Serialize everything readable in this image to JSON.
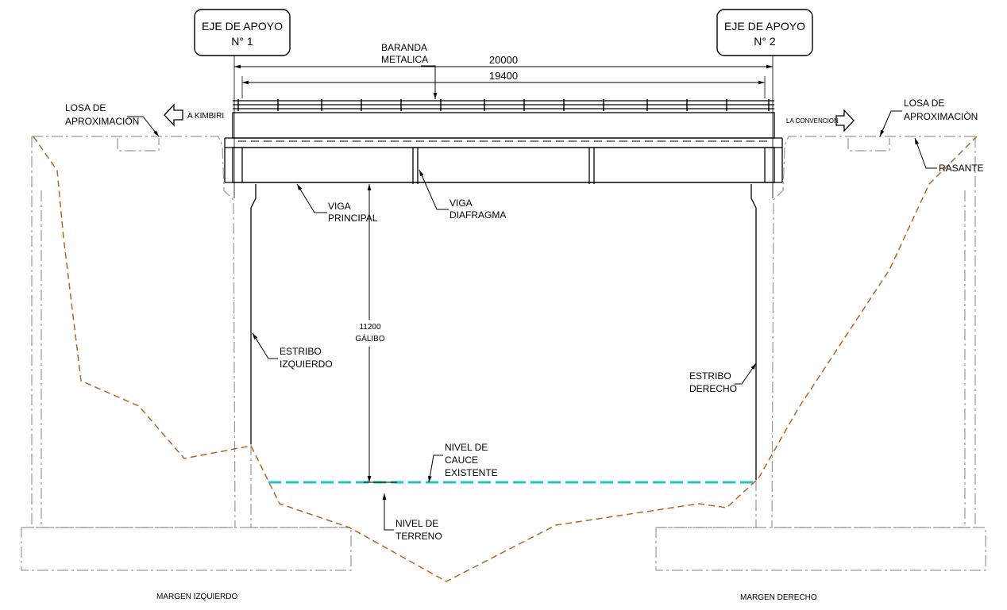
{
  "supports": [
    {
      "line1": "EJE DE APOYO",
      "line2": "N° 1"
    },
    {
      "line1": "EJE DE APOYO",
      "line2": "N° 2"
    }
  ],
  "dimensions": {
    "total": "20000",
    "span": "19400",
    "clearance_value": "11200",
    "clearance_label": "GÁLIBO"
  },
  "labels": {
    "railing_1": "BARANDA",
    "railing_2": "METALICA",
    "approach_left_1": "LOSA DE",
    "approach_left_2": "APROXIMACIÒN",
    "approach_right_1": "LOSA DE",
    "approach_right_2": "APROXIMACIÒN",
    "direction_left": "A KIMBIRI",
    "direction_right": "LA CONVENCION",
    "grade": "RASANTE",
    "main_beam_1": "VIGA",
    "main_beam_2": "PRINCIPAL",
    "diaphragm_1": "VIGA",
    "diaphragm_2": "DIAFRAGMA",
    "abutment_left_1": "ESTRIBO",
    "abutment_left_2": "IZQUIERDO",
    "abutment_right_1": "ESTRIBO",
    "abutment_right_2": "DERECHO",
    "riverbed_1": "NIVEL DE",
    "riverbed_2": "CAUCE",
    "riverbed_3": "EXISTENTE",
    "terrain_1": "NIVEL DE",
    "terrain_2": "TERRENO",
    "bank_left": "MARGEN IZQUIERDO",
    "bank_right": "MARGEN DERECHO"
  },
  "colors": {
    "line": "#000000",
    "ground": "#b5651d",
    "water": "#22c4c4",
    "hidden": "#9a9a9a"
  }
}
